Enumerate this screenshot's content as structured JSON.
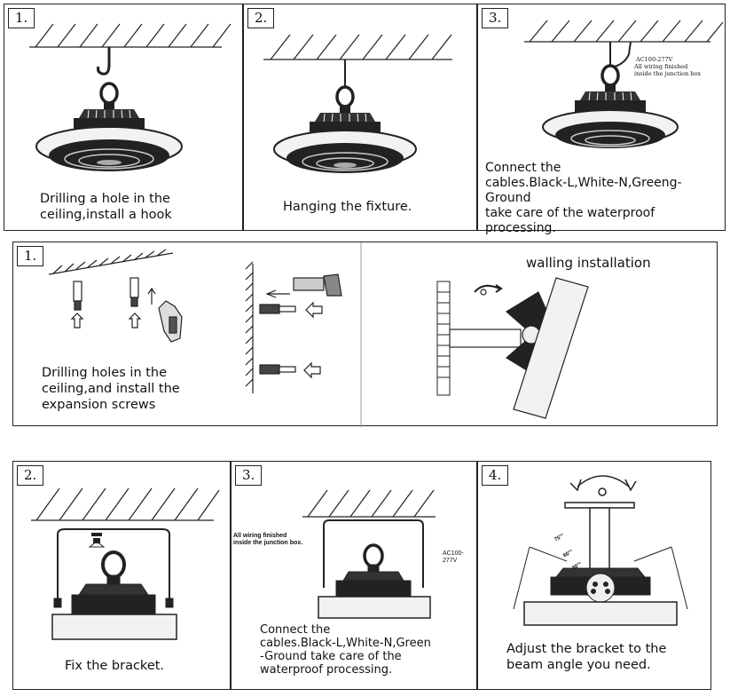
{
  "row1": {
    "panel1": {
      "num": "1.",
      "caption": "Drilling a hole in the\nceiling,install a hook"
    },
    "panel2": {
      "num": "2.",
      "caption": "Hanging the fixture."
    },
    "panel3": {
      "num": "3.",
      "voltage": "AC100-277V",
      "note": "All wiring finished\ninside the junction box",
      "caption": "Connect the\ncables.Black-L,White-N,Greeng-Ground\ntake care of the waterproof\nprocessing."
    }
  },
  "row2": {
    "num": "1.",
    "caption": "Drilling holes in the\nceiling,and install the\nexpansion screws",
    "wall_title": "walling installation"
  },
  "row3": {
    "panel2": {
      "num": "2.",
      "caption": "Fix the bracket."
    },
    "panel3": {
      "num": "3.",
      "note": "All wiring finished\ninside the junction box.",
      "voltage": "AC100-277V",
      "caption": "Connect the\ncables.Black-L,White-N,Green\n-Ground take care of the\nwaterproof processing."
    },
    "panel4": {
      "num": "4.",
      "angles": [
        "75°°",
        "60°°",
        "30°°"
      ],
      "caption": "Adjust the bracket to the\nbeam angle you need."
    }
  }
}
